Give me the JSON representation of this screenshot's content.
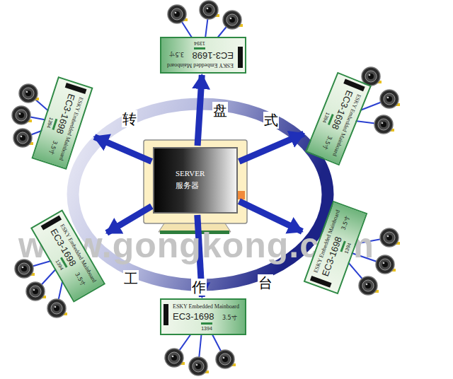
{
  "diagram": {
    "nodes": [
      {
        "text": [
          "SERVER",
          "服务器"
        ]
      },
      {
        "text": [
          "ESKY Embedded Mainboard",
          "EC3-1698",
          "3.5寸",
          "1394"
        ]
      },
      {
        "text": [
          "ESKY Embedded Mainboard",
          "EC3-1698",
          "3.5寸",
          "1394"
        ]
      },
      {
        "text": [
          "ESKY Embedded Mainboard",
          "EC3-1698",
          "3.5寸",
          "1394"
        ]
      },
      {
        "text": [
          "ESKY Embedded Mainboard",
          "EC3-1698",
          "3.5寸",
          "1394"
        ]
      },
      {
        "text": [
          "ESKY Embedded Mainboard",
          "EC3-1698",
          "3.5寸",
          "1394"
        ]
      },
      {
        "text": [
          "ESKY Embedded Mainboard",
          "EC3-1698",
          "3.5寸",
          "1394"
        ]
      }
    ],
    "edges": [
      {
        "from": 0,
        "to": 1,
        "arrow": "to"
      },
      {
        "from": 0,
        "to": 2,
        "arrow": "to"
      },
      {
        "from": 0,
        "to": 3,
        "arrow": "to"
      },
      {
        "from": 0,
        "to": 4,
        "arrow": "to"
      },
      {
        "from": 0,
        "to": 5,
        "arrow": "to"
      },
      {
        "from": 0,
        "to": 6,
        "arrow": "to"
      }
    ],
    "labels": [
      "转",
      "盘",
      "式",
      "工",
      "作",
      "台",
      "www.gongkong.com"
    ]
  }
}
